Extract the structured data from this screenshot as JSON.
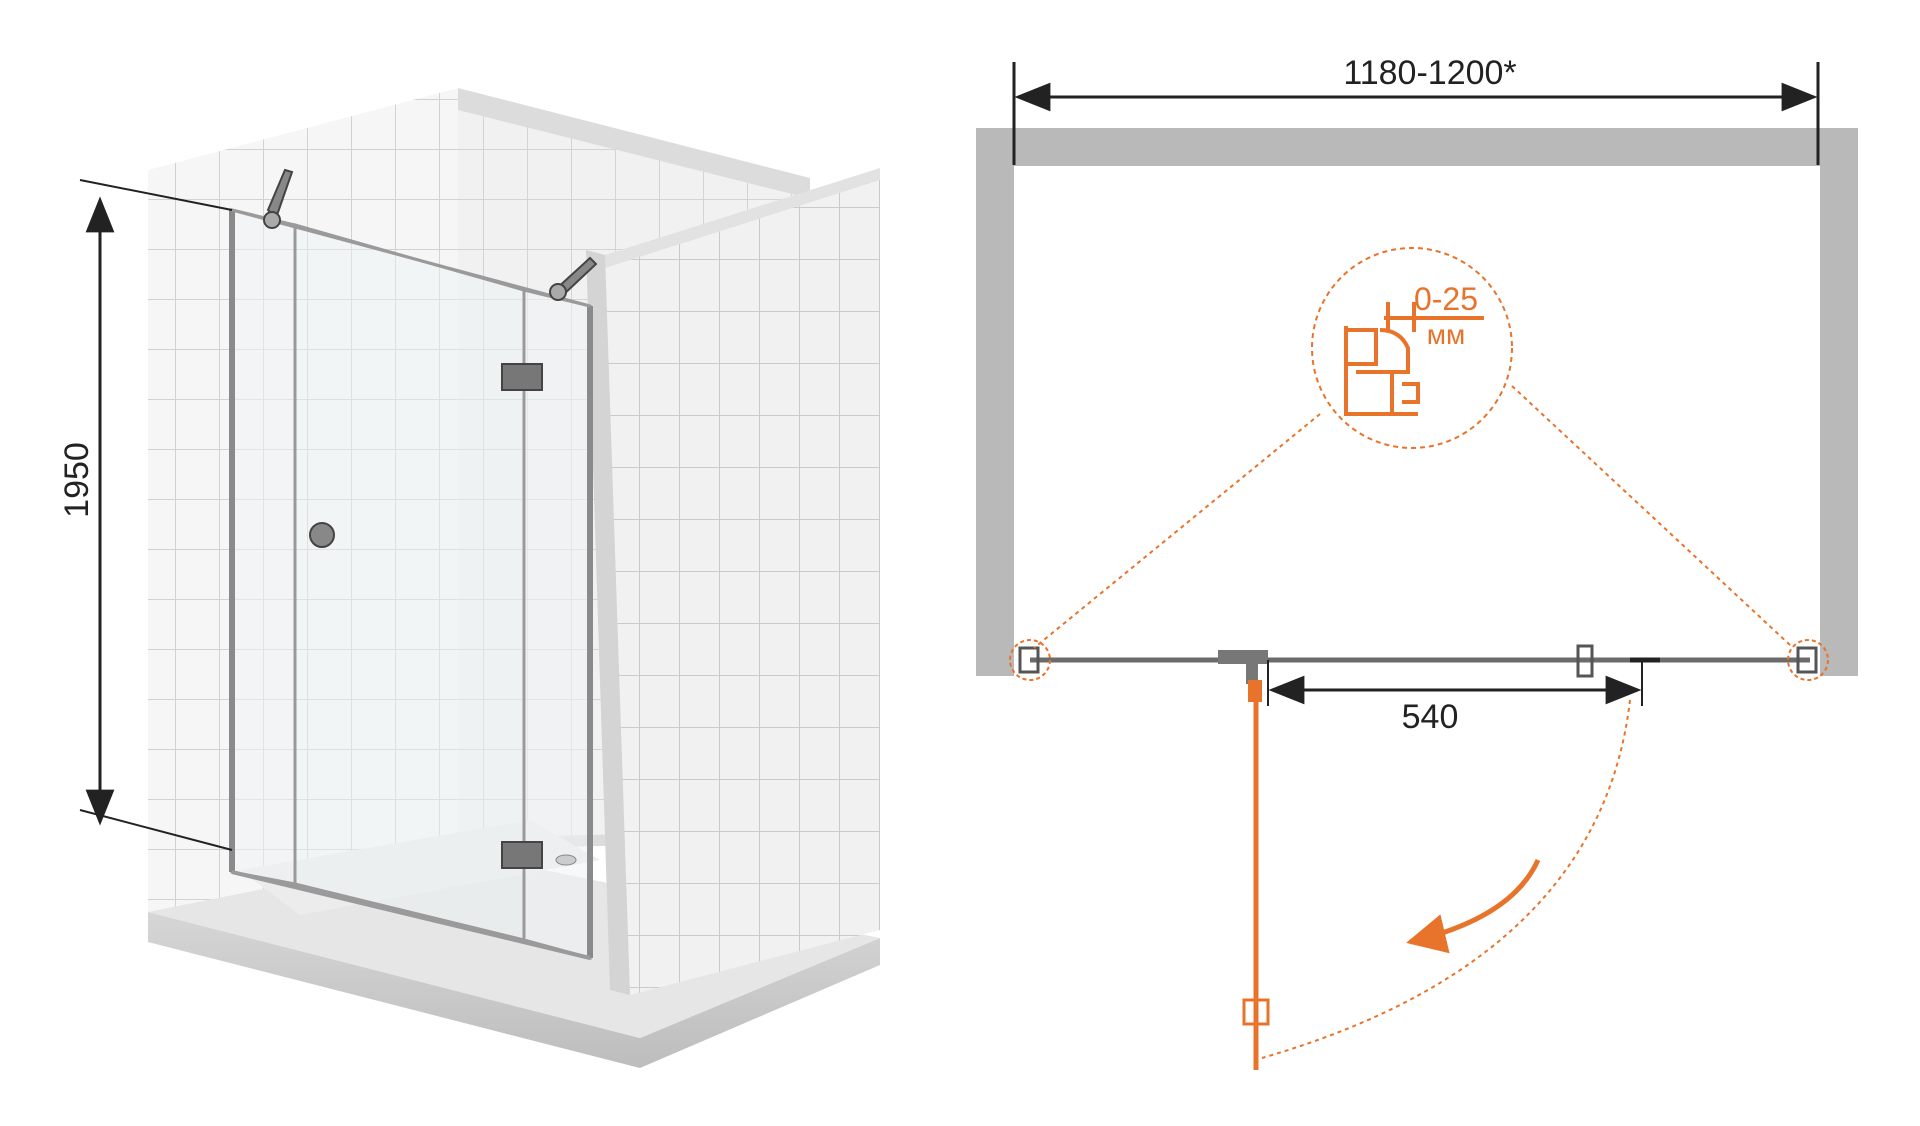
{
  "dimensions": {
    "height": "1950",
    "width": "1180-1200*",
    "door_opening": "540",
    "seal_gap": "0-25",
    "seal_gap_unit": "мм"
  },
  "colors": {
    "wall_gray": "#b8b8b8",
    "tile_fill": "#f4f4f4",
    "tile_line": "#cfcfcf",
    "accent_orange": "#e8732a",
    "dim_line": "#222222",
    "glass_frame": "#9a9a9a"
  }
}
